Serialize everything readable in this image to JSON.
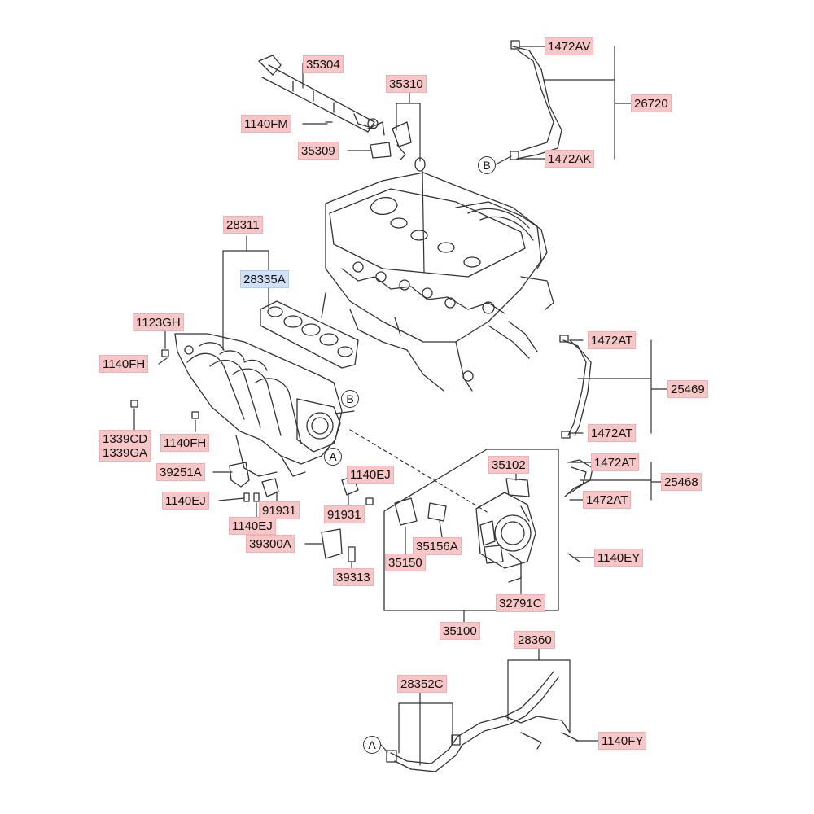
{
  "labels": {
    "p35304": "35304",
    "p1140FM": "1140FM",
    "p35309": "35309",
    "p35310": "35310",
    "p1472AV": "1472AV",
    "p26720": "26720",
    "p1472AK": "1472AK",
    "p28311": "28311",
    "p28335A": "28335A",
    "p1123GH": "1123GH",
    "p1140FH_a": "1140FH",
    "p1339CD": "1339CD",
    "p1339GA": "1339GA",
    "p1140FH_b": "1140FH",
    "p39251A": "39251A",
    "p1140EJ_a": "1140EJ",
    "p1140EJ_b": "1140EJ",
    "p91931_a": "91931",
    "p1140EJ_c": "1140EJ",
    "p91931_b": "91931",
    "p39300A": "39300A",
    "p39313": "39313",
    "p1472AT_a": "1472AT",
    "p25469": "25469",
    "p1472AT_b": "1472AT",
    "p1472AT_c": "1472AT",
    "p25468": "25468",
    "p1472AT_d": "1472AT",
    "p35102": "35102",
    "p35156A": "35156A",
    "p35150": "35150",
    "p1140EY": "1140EY",
    "p32791C": "32791C",
    "p35100": "35100",
    "p28360": "28360",
    "p28352C": "28352C",
    "p1140FY": "1140FY"
  },
  "callouts": {
    "A": "A",
    "B": "B"
  },
  "colors": {
    "label_bg": "#f7c6c6",
    "highlight_bg": "#cfe0f7",
    "line": "#333333"
  }
}
